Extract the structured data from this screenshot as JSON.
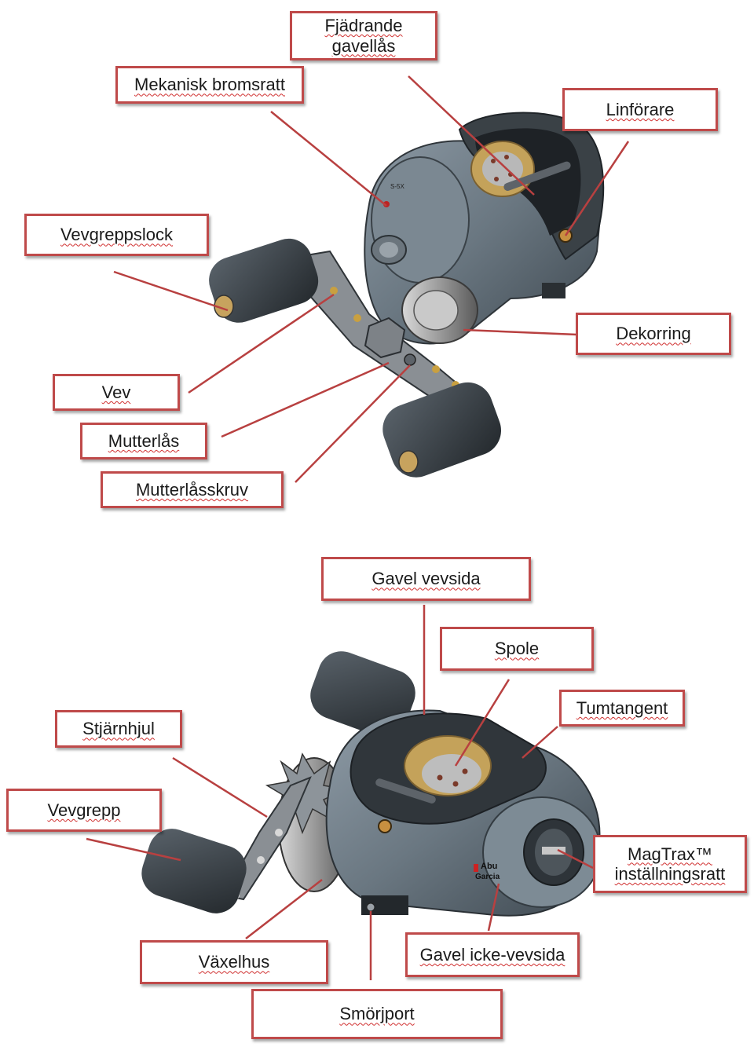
{
  "labels": {
    "fjadrande_1": "Fjädrande",
    "fjadrande_2": "gavellås",
    "mekanisk_bromsratt": "Mekanisk bromsratt",
    "linforare": "Linförare",
    "vevgreppslock": "Vevgreppslock",
    "dekorring": "Dekorring",
    "vev": "Vev",
    "mutterlas": "Mutterlås",
    "mutterlasskruv": "Mutterlåsskruv",
    "gavel_vevsida": "Gavel vevsida",
    "spole": "Spole",
    "tumtangent": "Tumtangent",
    "stjarnhjul": "Stjärnhjul",
    "vevgrepp": "Vevgrepp",
    "magtrax_1": "MagTrax™",
    "magtrax_2": "inställningsratt",
    "vaxelhus": "Växelhus",
    "gavel_icke_vevsida": "Gavel icke-vevsida",
    "smorjport": "Smörjport"
  },
  "brand": {
    "logo_1": "Abu",
    "logo_2": "Garcia",
    "model_mark": "S-5X"
  },
  "colors": {
    "label_border": "#bf4a4a",
    "leader_line": "#b84040",
    "reel_body": "#6f7d88",
    "reel_dark": "#2f3438",
    "knob": "#3b4147"
  }
}
